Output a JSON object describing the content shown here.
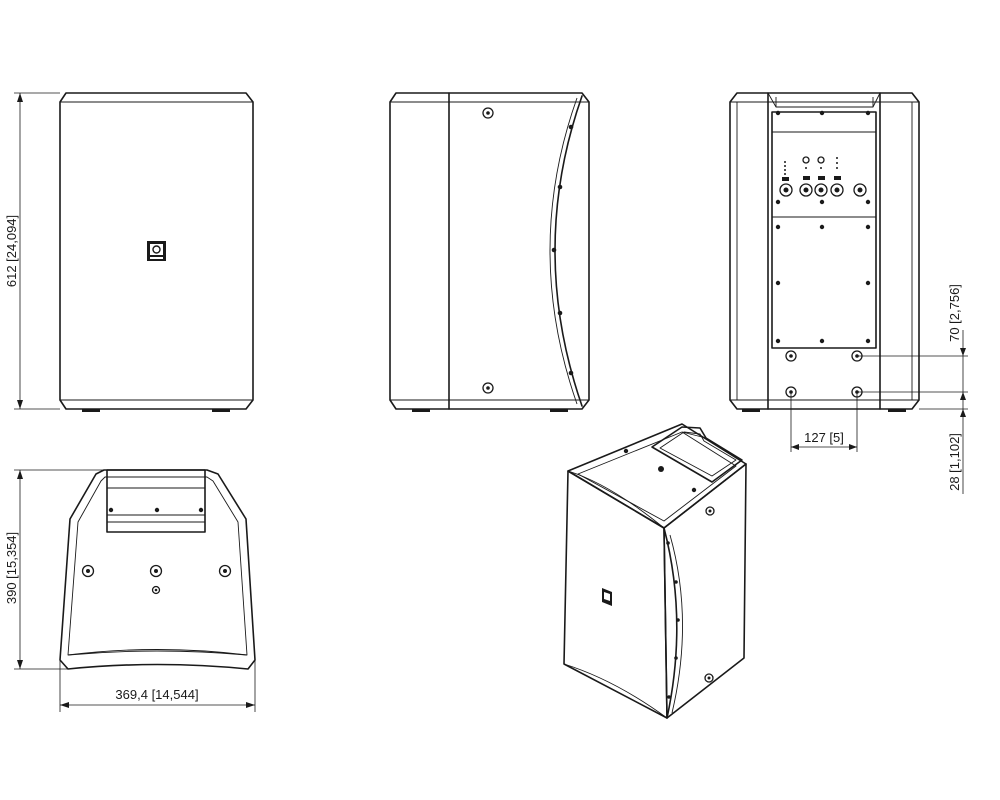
{
  "dimensions": {
    "height": "612 [24,094]",
    "depth": "390 [15,354]",
    "width": "369,4 [14,544]",
    "mount_vertical": "70 [2,756]",
    "mount_horizontal": "127 [5]",
    "mount_offset": "28 [1,102]"
  },
  "colors": {
    "line": "#1a1a1a",
    "background": "#ffffff"
  },
  "icons": {
    "logo": "brand-logo-icon"
  }
}
